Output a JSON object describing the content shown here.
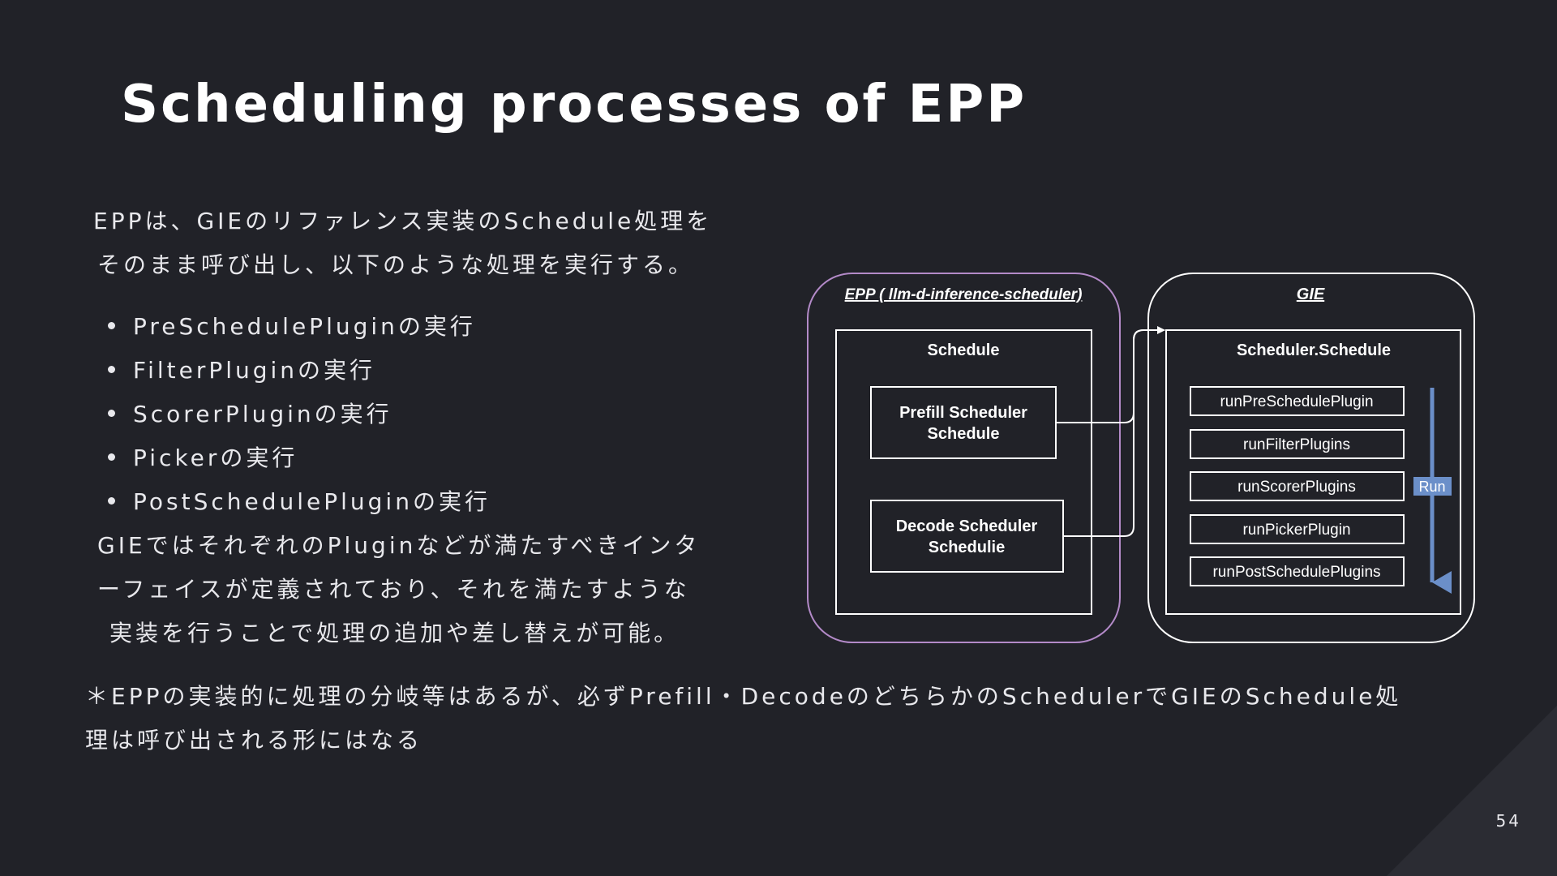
{
  "slide": {
    "title": "Scheduling processes of EPP",
    "paragraph1": [
      "EPPは、GIEのリファレンス実装のSchedule処理を",
      "そのまま呼び出し、以下のような処理を実行する。"
    ],
    "bullets": [
      "PreSchedulePluginの実行",
      "FilterPluginの実行",
      "ScorerPluginの実行",
      "Pickerの実行",
      "PostSchedulePluginの実行"
    ],
    "paragraph2": [
      "GIEではそれぞれのPluginなどが満たすべきインタ",
      "ーフェイスが定義されており、それを満たすような",
      "実装を行うことで処理の追加や差し替えが可能。"
    ],
    "note": [
      "＊EPPの実装的に処理の分岐等はあるが、必ずPrefill・DecodeのどちらかのSchedulerでGIEのSchedule処",
      "理は呼び出される形にはなる"
    ],
    "page_number": "54"
  },
  "diagram": {
    "epp": {
      "label": "EPP ( llm-d-inference-scheduler)",
      "color": "#b38ac8",
      "schedule_title": "Schedule",
      "prefill_line1": "Prefill Scheduler",
      "prefill_line2": "Schedule",
      "decode_line1": "Decode Scheduler",
      "decode_line2": "Schedulie"
    },
    "gie": {
      "label": "GIE",
      "schedule_title": "Scheduler.Schedule",
      "steps": [
        "runPreSchedulePlugin",
        "runFilterPlugins",
        "runScorerPlugins",
        "runPickerPlugin",
        "runPostSchedulePlugins"
      ],
      "run_label": "Run",
      "run_color": "#6b8fc9"
    }
  }
}
